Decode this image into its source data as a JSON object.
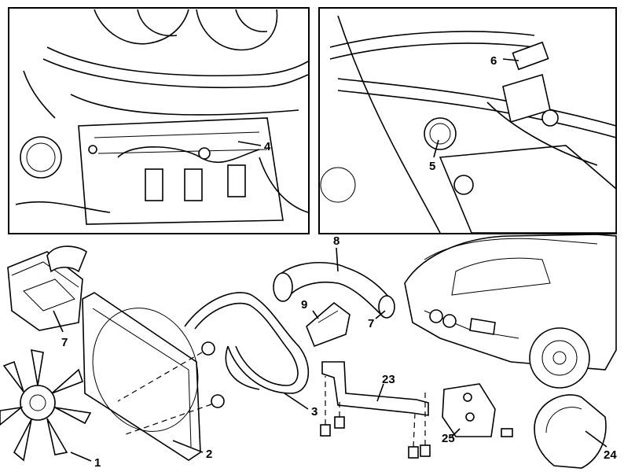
{
  "panels": {
    "top_left": {
      "callouts": [
        "4"
      ]
    },
    "top_right": {
      "callouts": [
        "6",
        "5"
      ]
    }
  },
  "labels": {
    "p1": "1",
    "p2": "2",
    "p3": "3",
    "p4": "4",
    "p5": "5",
    "p6": "6",
    "p7a": "7",
    "p7b": "7",
    "p8": "8",
    "p9": "9",
    "p23": "23",
    "p24": "24",
    "p25": "25"
  },
  "icons": [
    "fan-icon",
    "fan-shroud-icon",
    "drive-belt-icon",
    "air-filter-housing-icon",
    "intake-duct-icon",
    "mass-air-flow-sensor-icon",
    "bracket-icon",
    "cover-plate-icon",
    "wheel-liner-icon",
    "vehicle-icon",
    "bolt-icon"
  ],
  "colors": {
    "line": "#000000",
    "background": "#ffffff"
  }
}
